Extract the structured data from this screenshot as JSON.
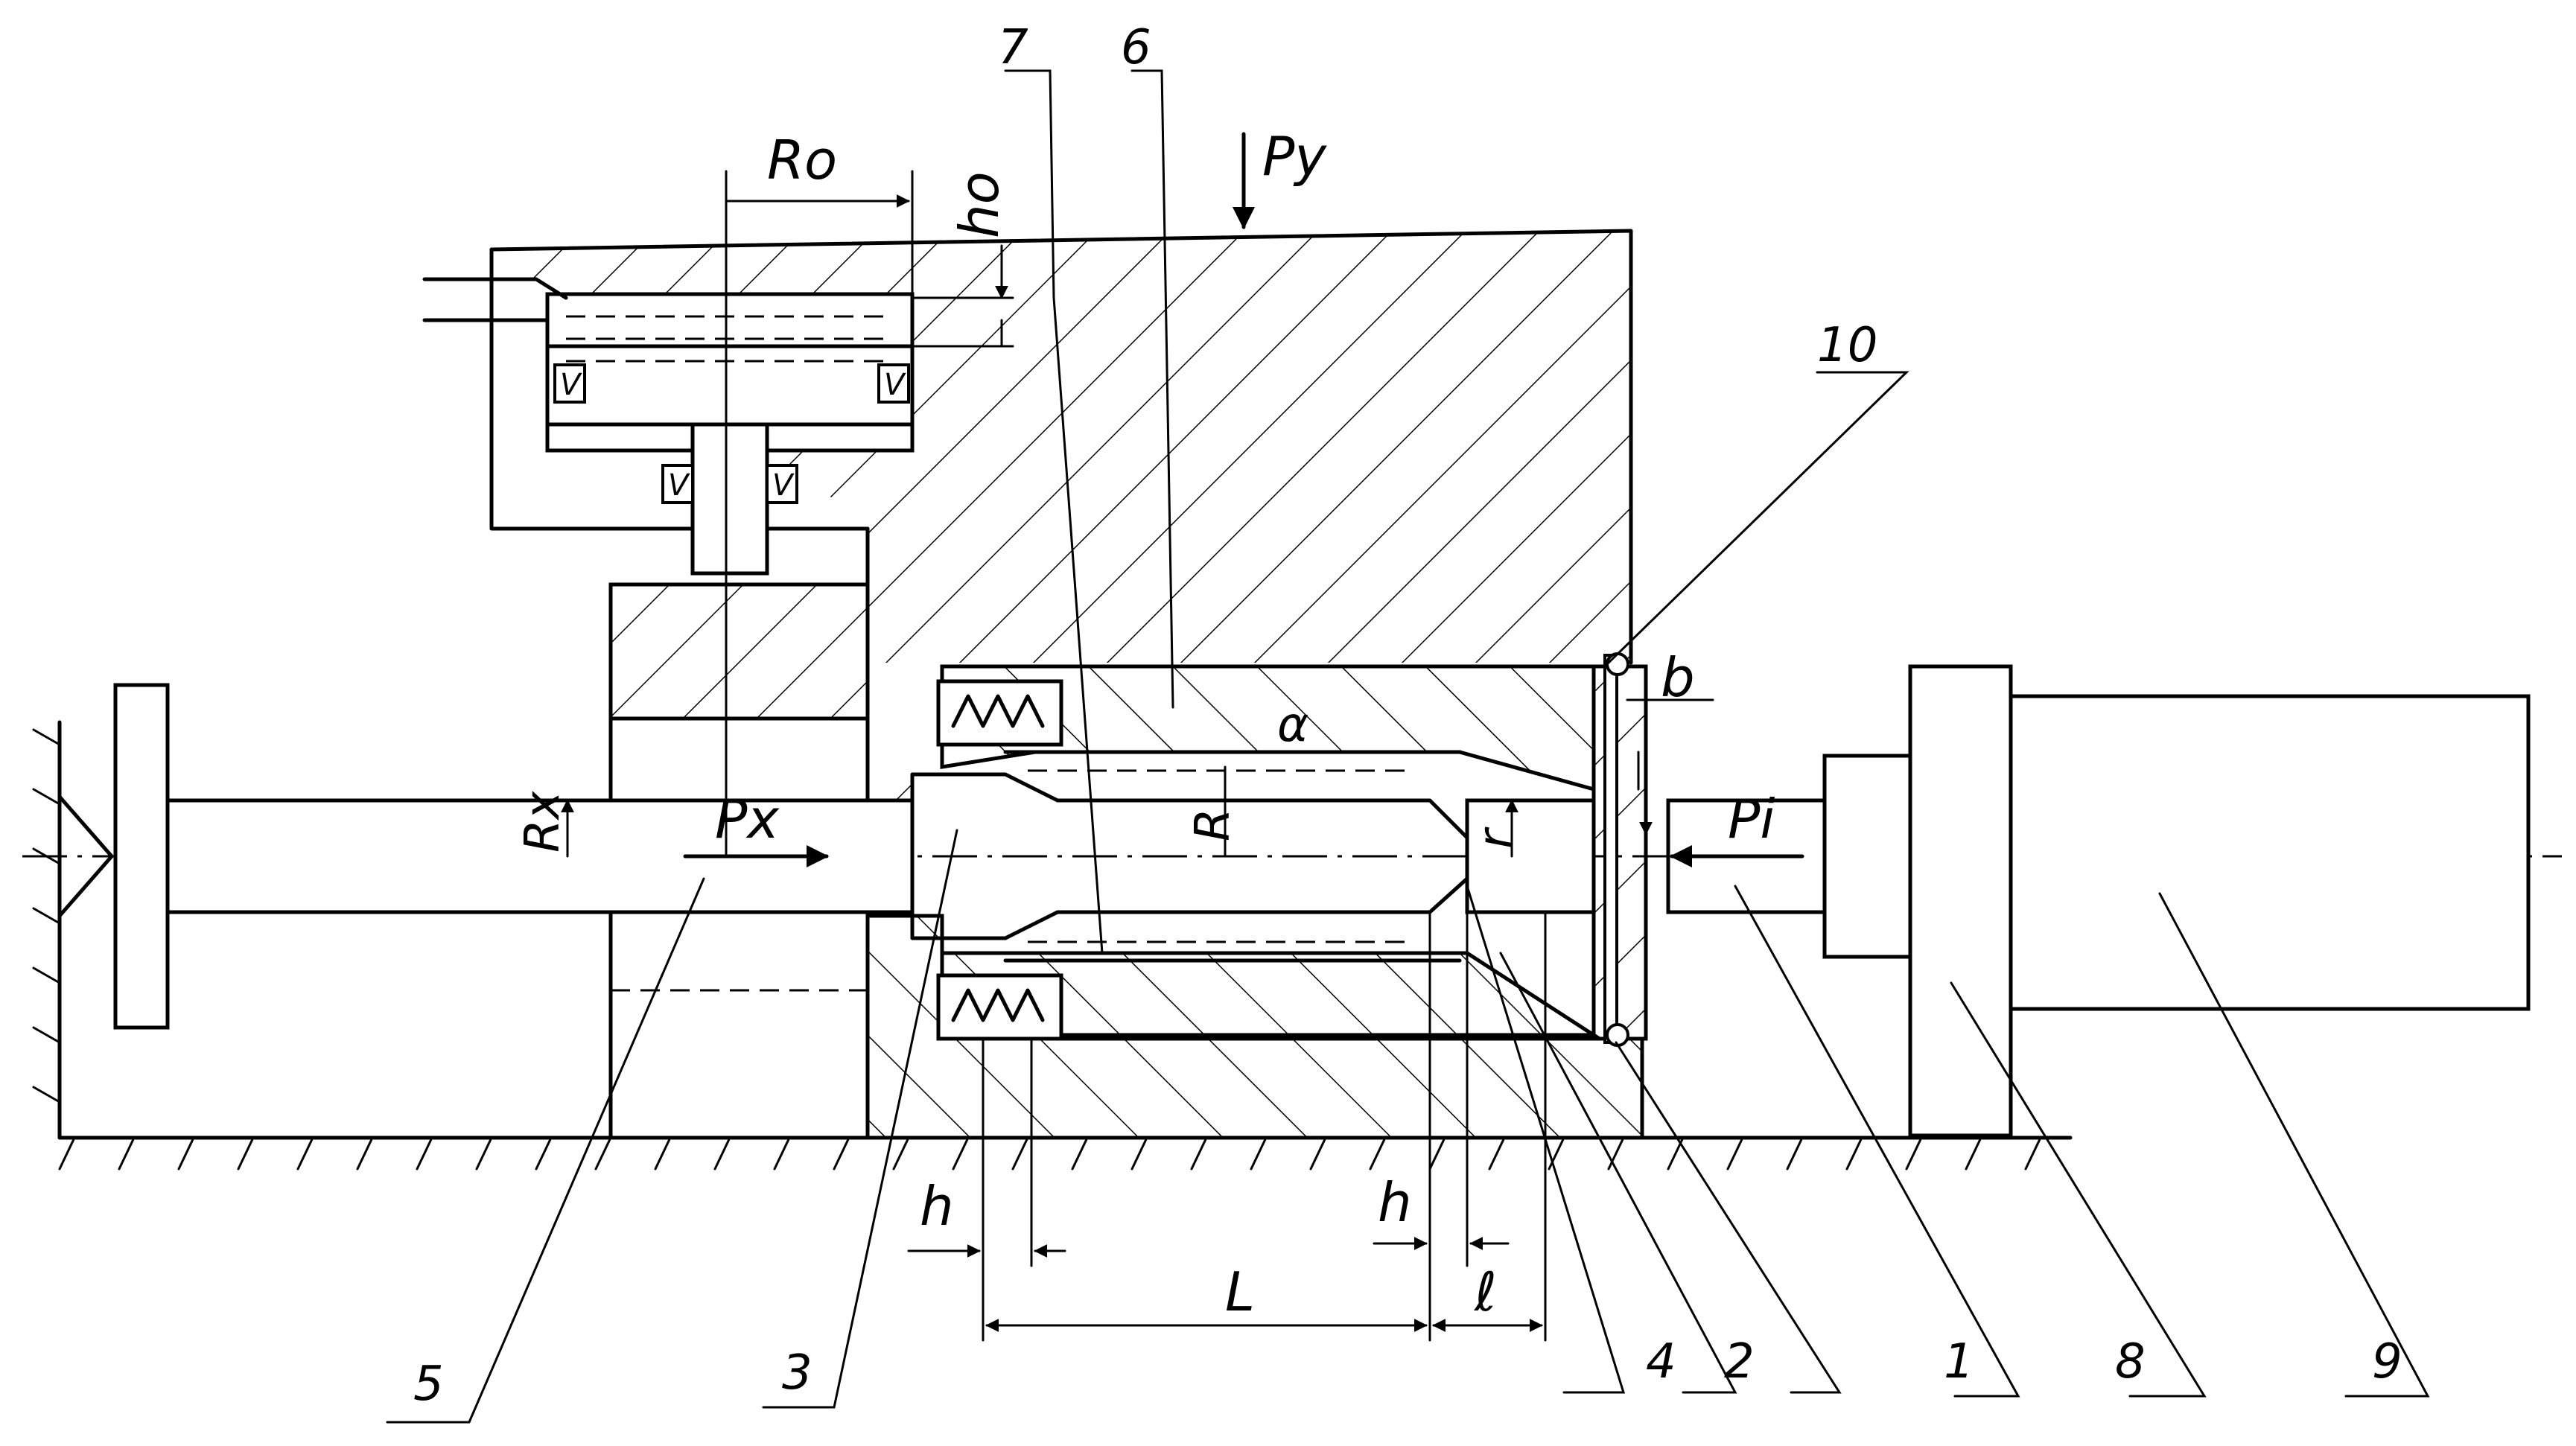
{
  "labels": {
    "part_1": "1",
    "part_2": "2",
    "part_3": "3",
    "part_4": "4",
    "part_5": "5",
    "part_6": "6",
    "part_7": "7",
    "part_8": "8",
    "part_9": "9",
    "part_10": "10"
  },
  "dimensions": {
    "r0": "Ro",
    "h0": "ho",
    "py": "Py",
    "px": "Px",
    "pi": "Pi",
    "rx": "Rx",
    "r_big": "R",
    "r_small": "r",
    "alpha": "α",
    "b": "b",
    "h_left": "h",
    "h_right": "h",
    "L": "L",
    "l": "ℓ"
  }
}
